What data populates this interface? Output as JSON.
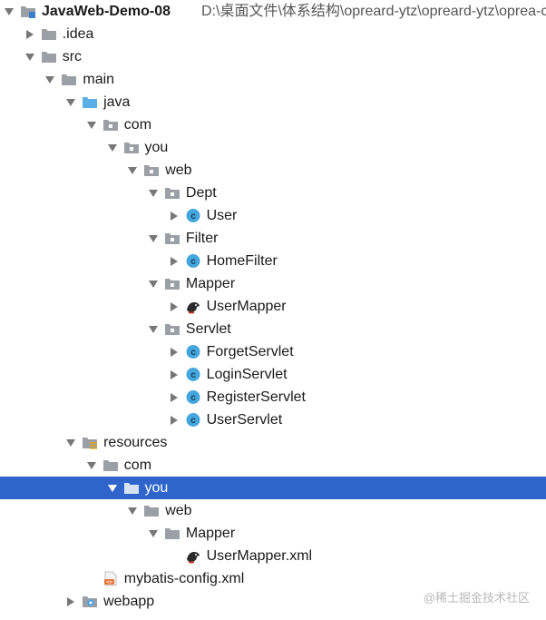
{
  "tree": [
    {
      "label": "JavaWeb-Demo-08",
      "path": "D:\\桌面文件\\体系结构\\opreard-ytz\\opreard-ytz\\oprea-cli",
      "depth": 0,
      "state": "expanded",
      "icon": "module-folder-icon",
      "root": true
    },
    {
      "label": ".idea",
      "depth": 1,
      "state": "collapsed",
      "icon": "folder-icon"
    },
    {
      "label": "src",
      "depth": 1,
      "state": "expanded",
      "icon": "folder-icon"
    },
    {
      "label": "main",
      "depth": 2,
      "state": "expanded",
      "icon": "folder-icon"
    },
    {
      "label": "java",
      "depth": 3,
      "state": "expanded",
      "icon": "source-folder-icon"
    },
    {
      "label": "com",
      "depth": 4,
      "state": "expanded",
      "icon": "package-icon"
    },
    {
      "label": "you",
      "depth": 5,
      "state": "expanded",
      "icon": "package-icon"
    },
    {
      "label": "web",
      "depth": 6,
      "state": "expanded",
      "icon": "package-icon"
    },
    {
      "label": "Dept",
      "depth": 7,
      "state": "expanded",
      "icon": "package-icon"
    },
    {
      "label": "User",
      "depth": 8,
      "state": "collapsed",
      "icon": "class-icon"
    },
    {
      "label": "Filter",
      "depth": 7,
      "state": "expanded",
      "icon": "package-icon"
    },
    {
      "label": "HomeFilter",
      "depth": 8,
      "state": "collapsed",
      "icon": "class-icon"
    },
    {
      "label": "Mapper",
      "depth": 7,
      "state": "expanded",
      "icon": "package-icon"
    },
    {
      "label": "UserMapper",
      "depth": 8,
      "state": "collapsed",
      "icon": "mybatis-bird-icon"
    },
    {
      "label": "Servlet",
      "depth": 7,
      "state": "expanded",
      "icon": "package-icon"
    },
    {
      "label": "ForgetServlet",
      "depth": 8,
      "state": "collapsed",
      "icon": "class-icon"
    },
    {
      "label": "LoginServlet",
      "depth": 8,
      "state": "collapsed",
      "icon": "class-icon"
    },
    {
      "label": "RegisterServlet",
      "depth": 8,
      "state": "collapsed",
      "icon": "class-icon"
    },
    {
      "label": "UserServlet",
      "depth": 8,
      "state": "collapsed",
      "icon": "class-icon"
    },
    {
      "label": "resources",
      "depth": 3,
      "state": "expanded",
      "icon": "resources-folder-icon"
    },
    {
      "label": "com",
      "depth": 4,
      "state": "expanded",
      "icon": "folder-icon"
    },
    {
      "label": "you",
      "depth": 5,
      "state": "expanded",
      "icon": "folder-icon",
      "selected": true
    },
    {
      "label": "web",
      "depth": 6,
      "state": "expanded",
      "icon": "folder-icon"
    },
    {
      "label": "Mapper",
      "depth": 7,
      "state": "expanded",
      "icon": "folder-icon"
    },
    {
      "label": "UserMapper.xml",
      "depth": 8,
      "state": "leaf",
      "icon": "mybatis-bird-icon"
    },
    {
      "label": "mybatis-config.xml",
      "depth": 4,
      "state": "leaf",
      "icon": "xml-file-icon"
    },
    {
      "label": "webapp",
      "depth": 3,
      "state": "collapsed",
      "icon": "web-folder-icon"
    }
  ],
  "watermark": "@稀土掘金技术社区",
  "colors": {
    "selection": "#2f65ca",
    "folder": "#9aa0a6",
    "source_folder": "#5ab0e6",
    "class_circle": "#43a6dd",
    "arrow": "#777777"
  }
}
